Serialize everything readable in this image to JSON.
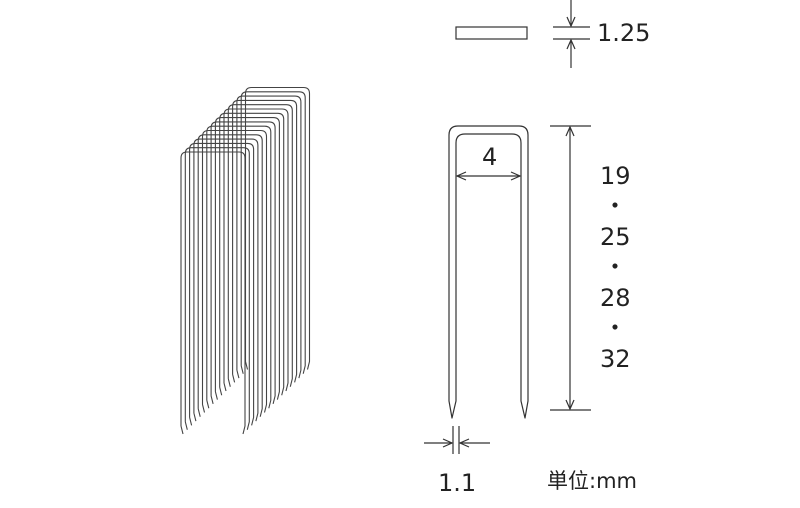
{
  "dimensions": {
    "thickness": "1.25",
    "crown_width": "4",
    "wire_width": "1.1",
    "lengths": [
      "19",
      "25",
      "28",
      "32"
    ],
    "length_separator": "・"
  },
  "unit": "単位:mm",
  "colors": {
    "line": "#333333",
    "text": "#222222",
    "background": "#ffffff"
  }
}
